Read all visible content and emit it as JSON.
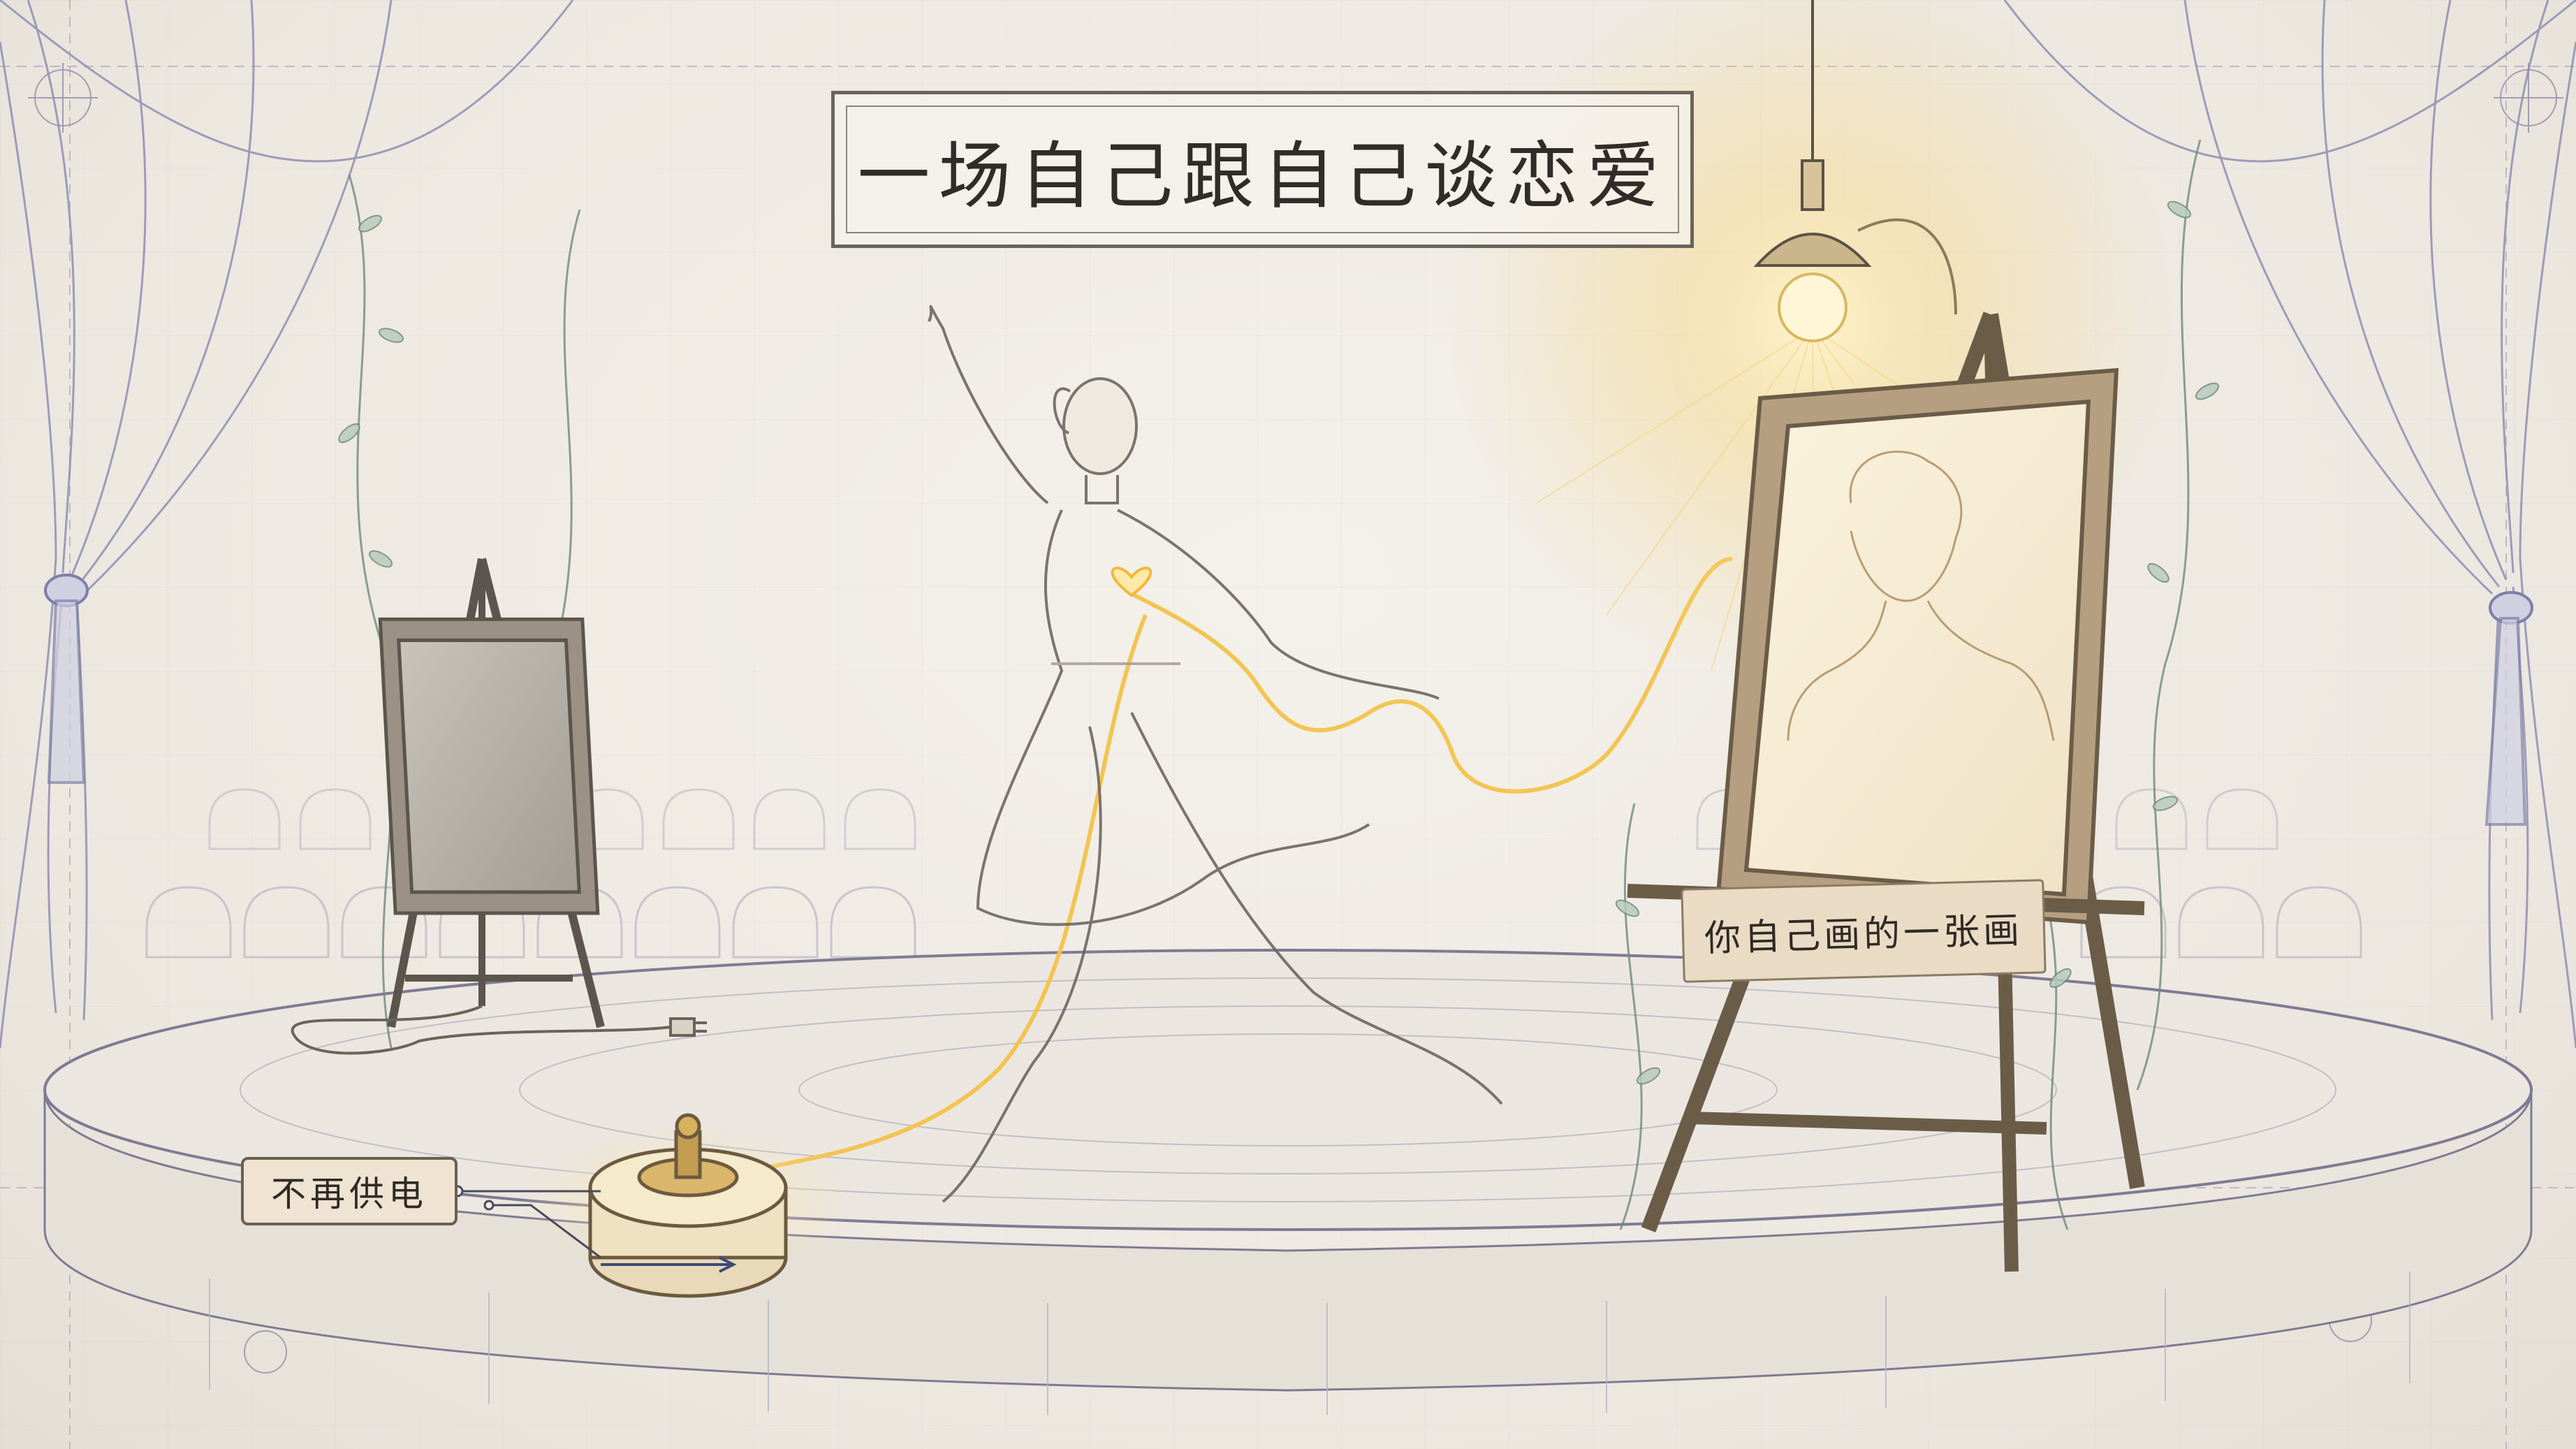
{
  "scene": {
    "title": "一场自己跟自己谈恋爱",
    "labels": {
      "power_off": "不再供电",
      "painting": "你自己画的一张画"
    }
  },
  "icons": {
    "lamp": "pendant-lamp-icon",
    "switch": "toggle-switch-icon",
    "heart": "glowing-heart-icon"
  },
  "colors": {
    "paper": "#efebe4",
    "ink": "#4a4742",
    "glow": "#f2c24a",
    "wood": "#b9a58a",
    "leaf": "#6f8a7a",
    "curtain": "#8a8fb0"
  }
}
